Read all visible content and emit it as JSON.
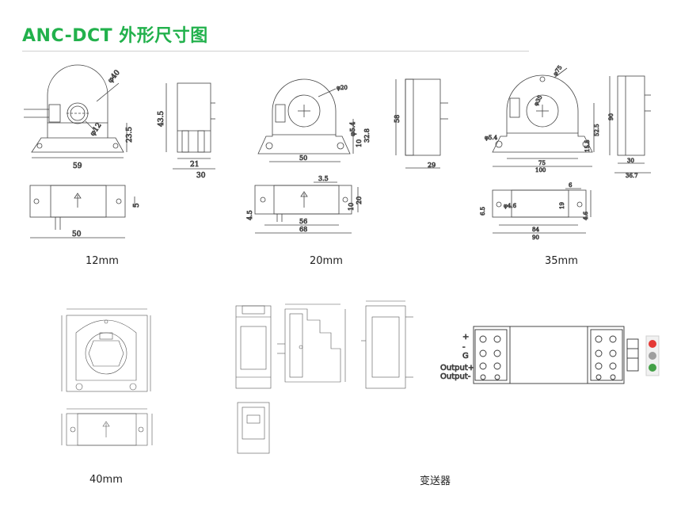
{
  "title": "ANC-DCT 外形尺寸图",
  "captions": {
    "c12": "12mm",
    "c20": "20mm",
    "c35": "35mm",
    "c40": "40mm",
    "transmitter": "变送器"
  },
  "dims12": {
    "d40": "φ40",
    "d12": "φ12",
    "w59": "59",
    "h23_5": "23.5",
    "h43_5": "43.5",
    "w21": "21",
    "w30": "30",
    "h5": "5",
    "w50": "50"
  },
  "dims20": {
    "d20": "φ20",
    "d5_4": "φ5.4",
    "h10": "10",
    "h32_8": "32.8",
    "w50": "50",
    "h58": "58",
    "w29": "29",
    "w3_5": "3.5",
    "h20": "20",
    "h10b": "10",
    "h4_5": "4.5",
    "w56": "56",
    "w68": "68"
  },
  "dims35": {
    "d75": "φ75",
    "d35": "φ35",
    "d5_4": "φ5.4",
    "h52_5": "52.5",
    "h15_5": "15.5",
    "w75": "75",
    "w100": "100",
    "h90": "90",
    "w30": "30",
    "w36_7": "36.7",
    "h6": "6",
    "h19": "19",
    "h6_5": "6.5",
    "d4_6": "φ4.6",
    "h4_6": "4.6",
    "w84": "84",
    "w90": "90"
  },
  "terminals": {
    "plus": "+",
    "minus": "-",
    "g": "G",
    "outp": "Output+",
    "outn": "Output-"
  },
  "icons": {
    "led_red": "#e53935",
    "led_green": "#43a047",
    "led_gray": "#9e9e9e"
  },
  "colors": {
    "accent": "#22b14c"
  }
}
